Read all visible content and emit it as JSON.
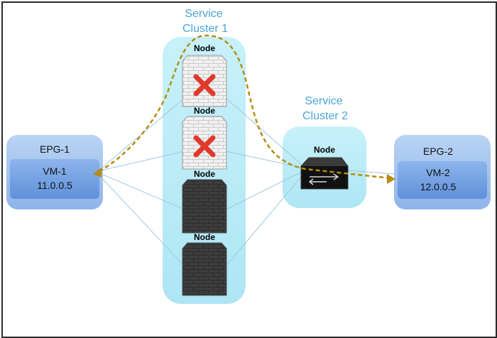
{
  "service_cluster_1": {
    "title_line1": "Service",
    "title_line2": "Cluster 1"
  },
  "service_cluster_2": {
    "title_line1": "Service",
    "title_line2": "Cluster 2"
  },
  "nodes": [
    {
      "label": "Node",
      "kind": "firewall",
      "status": "failed"
    },
    {
      "label": "Node",
      "kind": "firewall",
      "status": "failed"
    },
    {
      "label": "Node",
      "kind": "firewall",
      "status": "active"
    },
    {
      "label": "Node",
      "kind": "firewall",
      "status": "active"
    },
    {
      "label": "Node",
      "kind": "router",
      "status": "active"
    }
  ],
  "epg1": {
    "title": "EPG-1",
    "vm_name": "VM-1",
    "vm_ip": "11.0.0.5"
  },
  "epg2": {
    "title": "EPG-2",
    "vm_name": "VM-2",
    "vm_ip": "12.0.0.5"
  },
  "colors": {
    "cluster_fill": "#b7ecf7",
    "epg_fill": "#a3c4ee",
    "vm_fill": "#6f9fe2",
    "path_color": "#b58c10",
    "fail_mark": "#e0392c",
    "link_color": "#9fc6e0"
  }
}
